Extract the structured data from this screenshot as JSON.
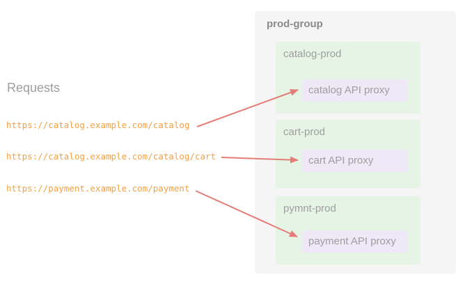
{
  "requests": {
    "heading": "Requests",
    "urls": [
      "https://catalog.example.com/catalog",
      "https://catalog.example.com/catalog/cart",
      "https://payment.example.com/payment"
    ]
  },
  "group": {
    "label": "prod-group",
    "environments": [
      {
        "label": "catalog-prod",
        "proxy": "catalog API proxy"
      },
      {
        "label": "cart-prod",
        "proxy": "cart API proxy"
      },
      {
        "label": "pymnt-prod",
        "proxy": "payment API proxy"
      }
    ]
  },
  "arrows": [
    {
      "name": "catalog-request-to-catalog-proxy"
    },
    {
      "name": "cart-request-to-cart-proxy"
    },
    {
      "name": "payment-request-to-payment-proxy"
    }
  ],
  "colors": {
    "url_text": "#f5a142",
    "arrow": "#e57d76",
    "group_background": "#f5f5f5",
    "environment_background": "#e6f4e6",
    "proxy_background": "#efe8f7",
    "label_text": "#9e9e9e",
    "group_label_text": "#8a8a8a"
  }
}
